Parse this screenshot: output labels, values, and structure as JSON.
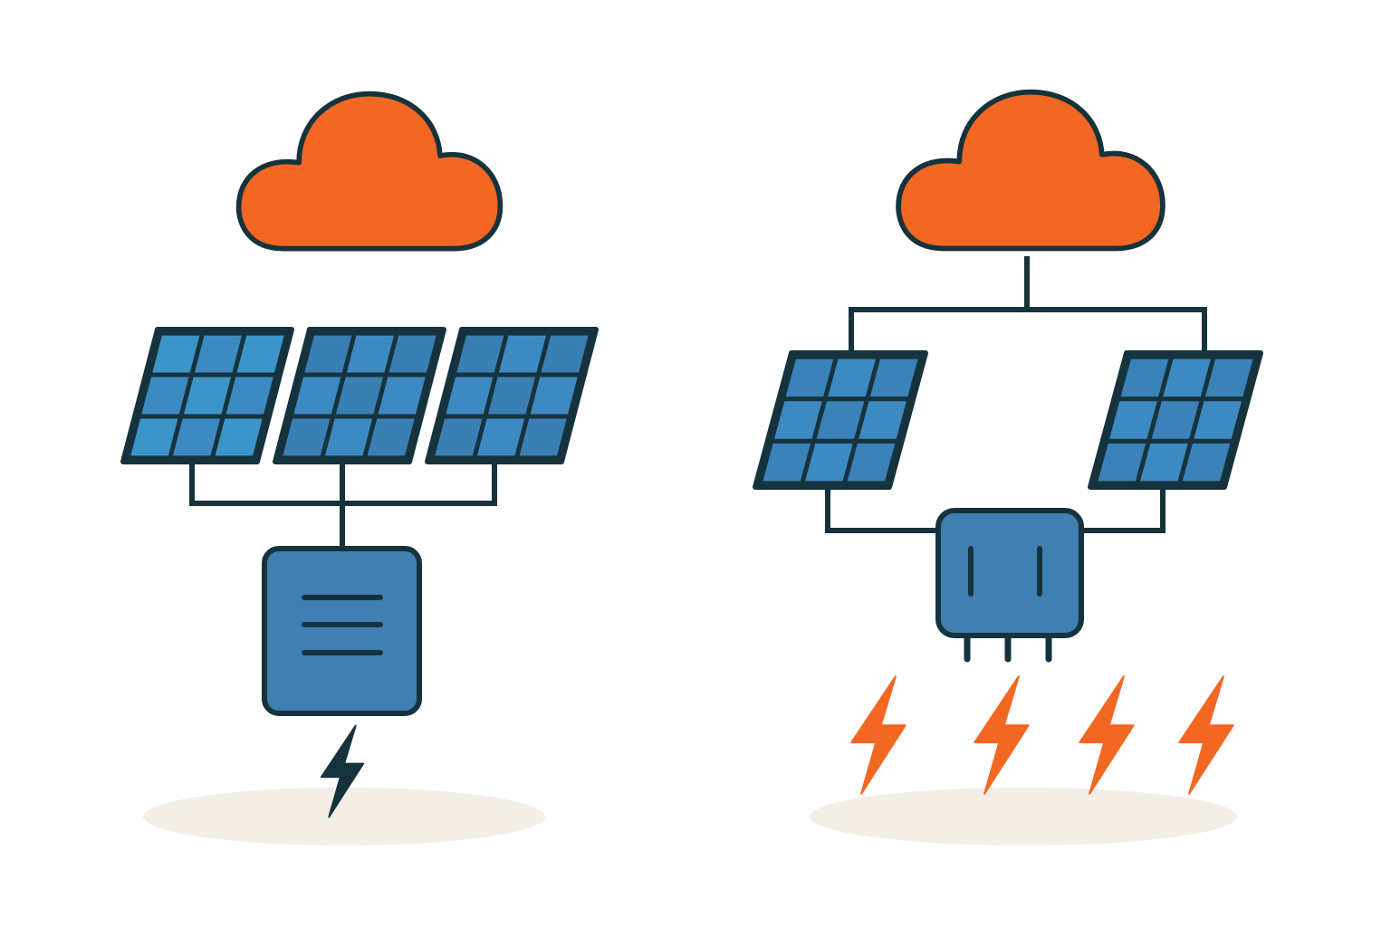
{
  "colors": {
    "background": "#ffffff",
    "outline": "#16333d",
    "cloud": "#f26722",
    "panel": "#3a86bd",
    "device": "#3f7fb2",
    "bolt_dark": "#16333d",
    "bolt_orange": "#f26722",
    "ground": "#f4efe6"
  },
  "icons": {
    "cloud": "cloud-icon",
    "solar_panel": "solar-panel-icon",
    "central_inverter": "central-inverter-icon",
    "microinverter": "microinverter-icon",
    "bolt": "lightning-bolt-icon"
  },
  "left_system": {
    "panel_count": 3,
    "bolt_count": 1
  },
  "right_system": {
    "panel_count": 2,
    "bolt_count": 4
  }
}
